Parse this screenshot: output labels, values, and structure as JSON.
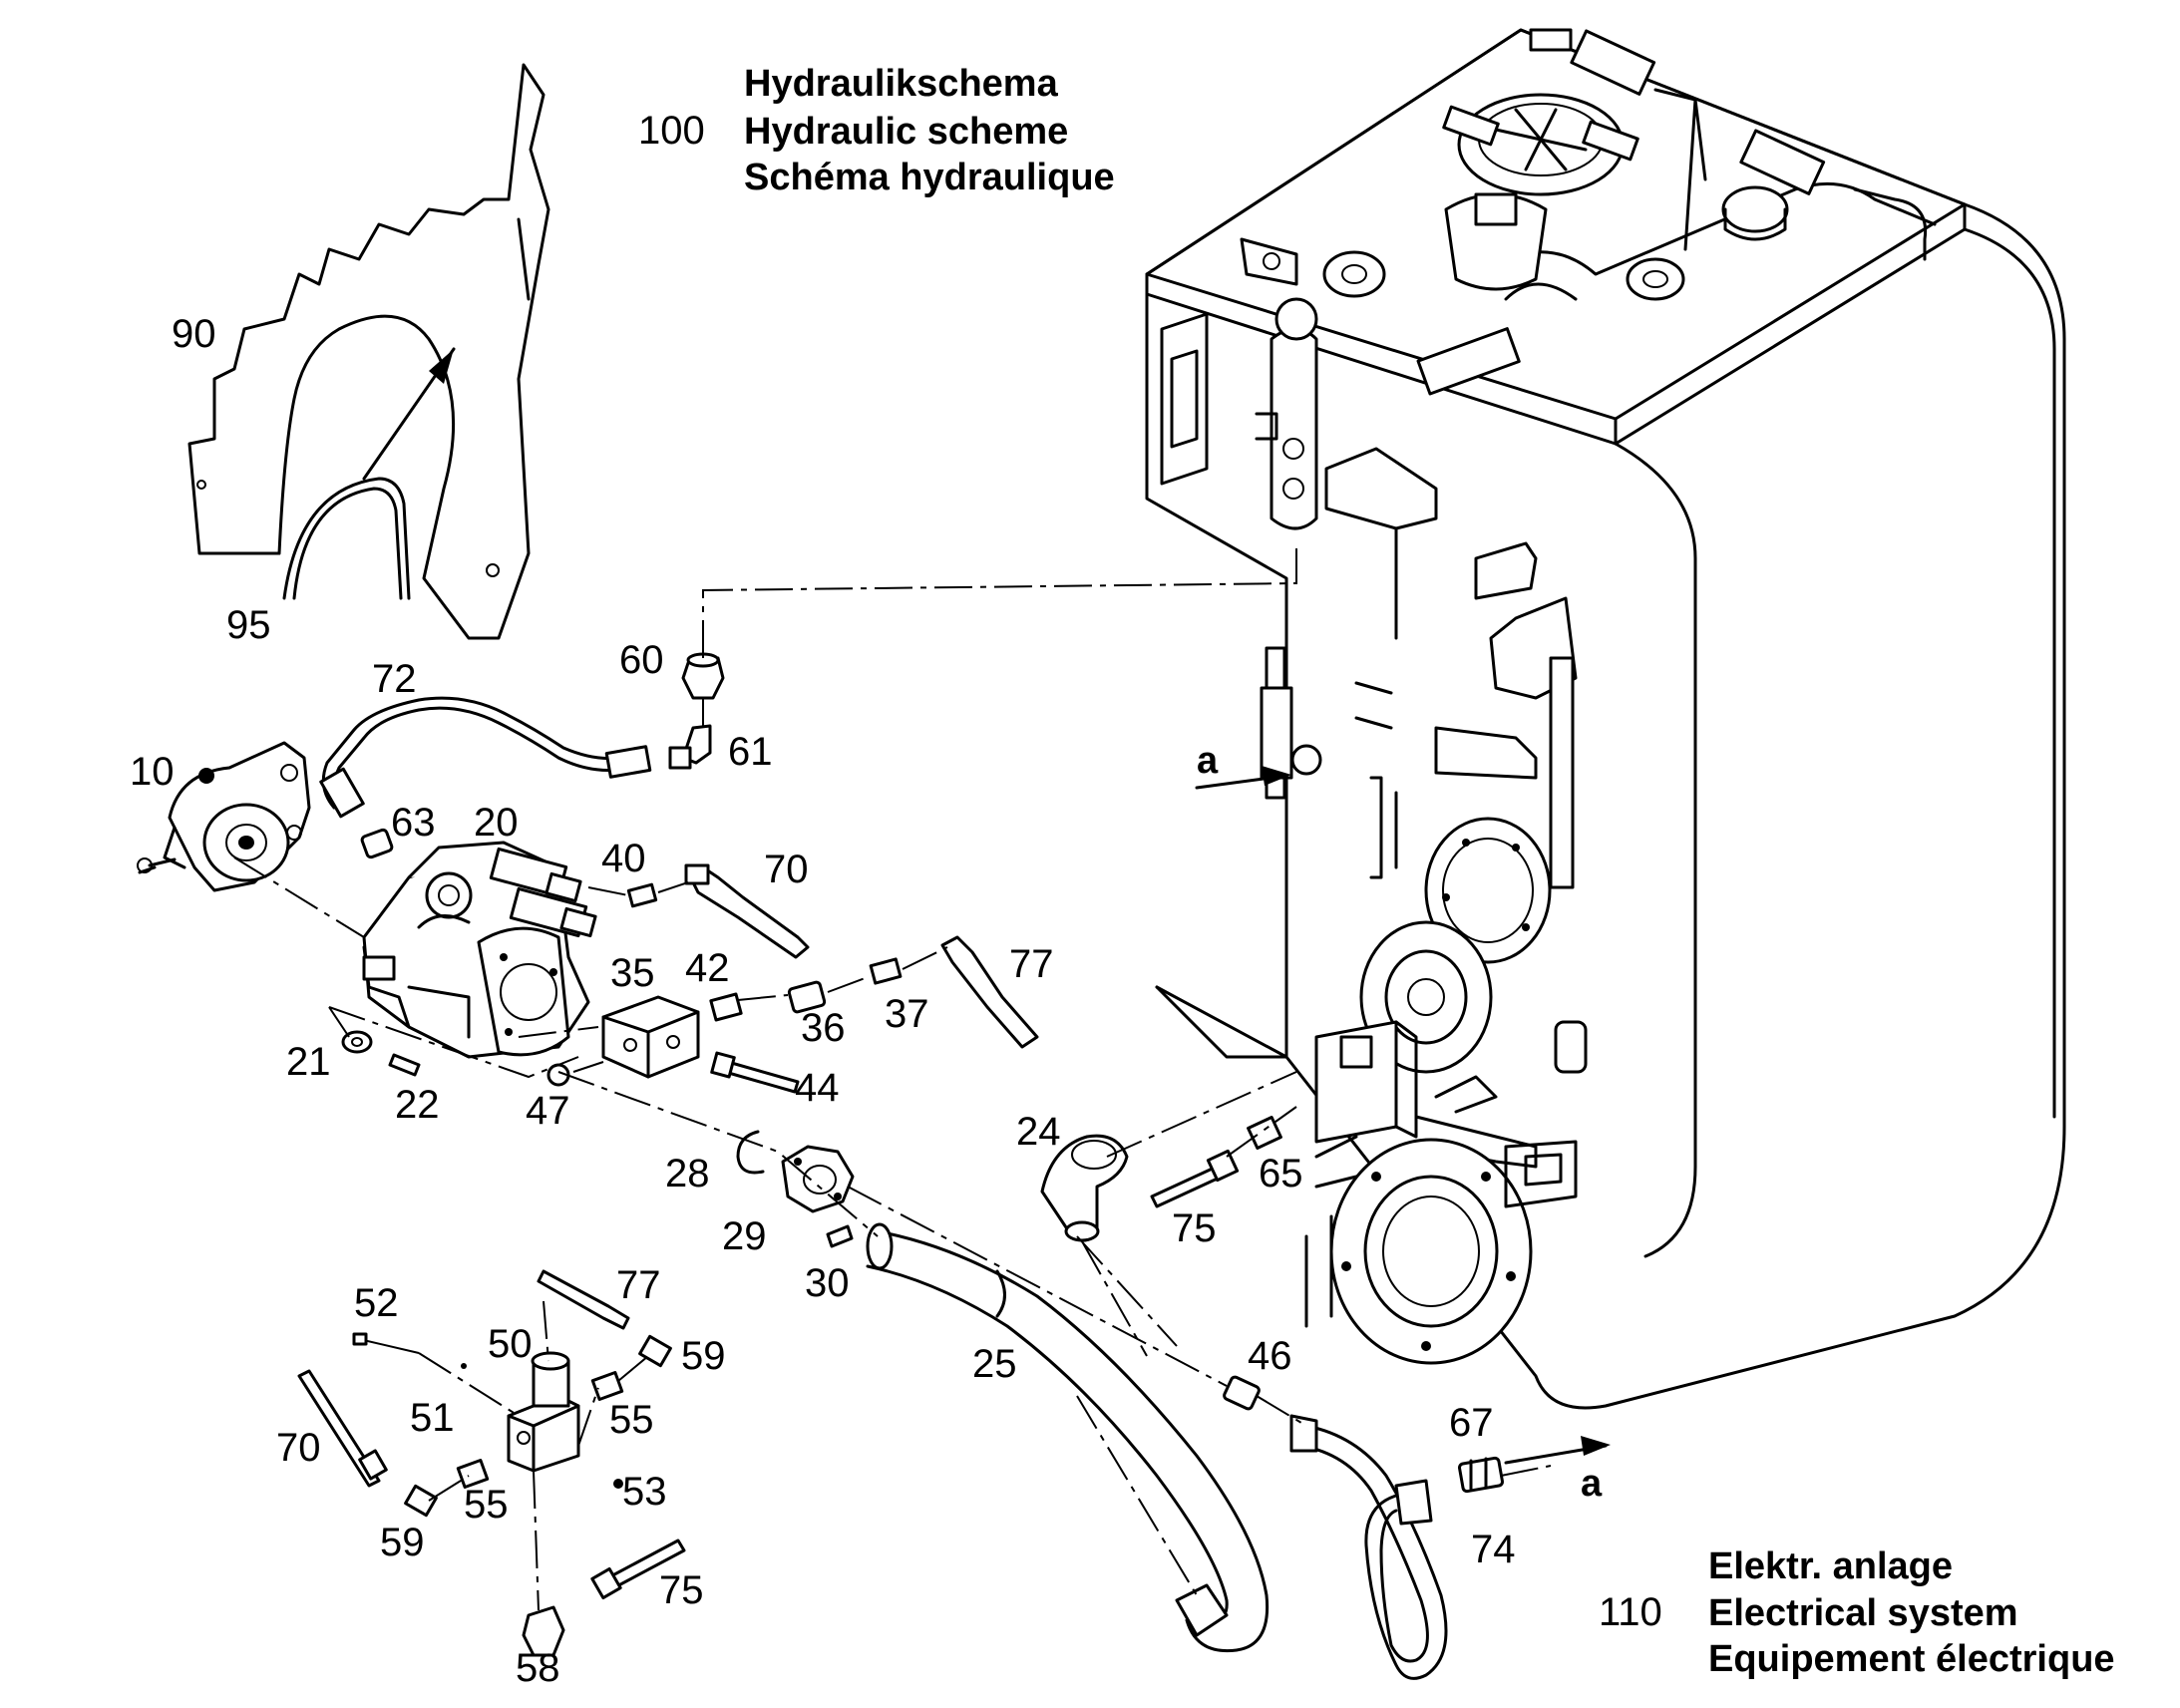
{
  "header_hydraulic": {
    "number": "100",
    "line_de": "Hydraulikschema",
    "line_en": "Hydraulic scheme",
    "line_fr": "Schéma hydraulique"
  },
  "header_electrical": {
    "number": "110",
    "line_de": "Elektr. anlage",
    "line_en": "Electrical system",
    "line_fr": "Equipement électrique"
  },
  "callouts": {
    "p10": "10",
    "p20": "20",
    "p21": "21",
    "p22": "22",
    "p24": "24",
    "p25": "25",
    "p28": "28",
    "p29": "29",
    "p30": "30",
    "p35": "35",
    "p36": "36",
    "p37": "37",
    "p40": "40",
    "p42": "42",
    "p44": "44",
    "p46": "46",
    "p47": "47",
    "p50": "50",
    "p51": "51",
    "p52": "52",
    "p53": "53",
    "p55a": "55",
    "p55b": "55",
    "p58": "58",
    "p59a": "59",
    "p59b": "59",
    "p60": "60",
    "p61": "61",
    "p63": "63",
    "p65": "65",
    "p67": "67",
    "p70a": "70",
    "p70b": "70",
    "p72": "72",
    "p74": "74",
    "p75a": "75",
    "p75b": "75",
    "p77a": "77",
    "p77b": "77",
    "p90": "90",
    "p95": "95"
  },
  "reference_marks": {
    "a_left": "a",
    "a_right": "a"
  },
  "colors": {
    "line": "#000000",
    "background": "#ffffff"
  }
}
